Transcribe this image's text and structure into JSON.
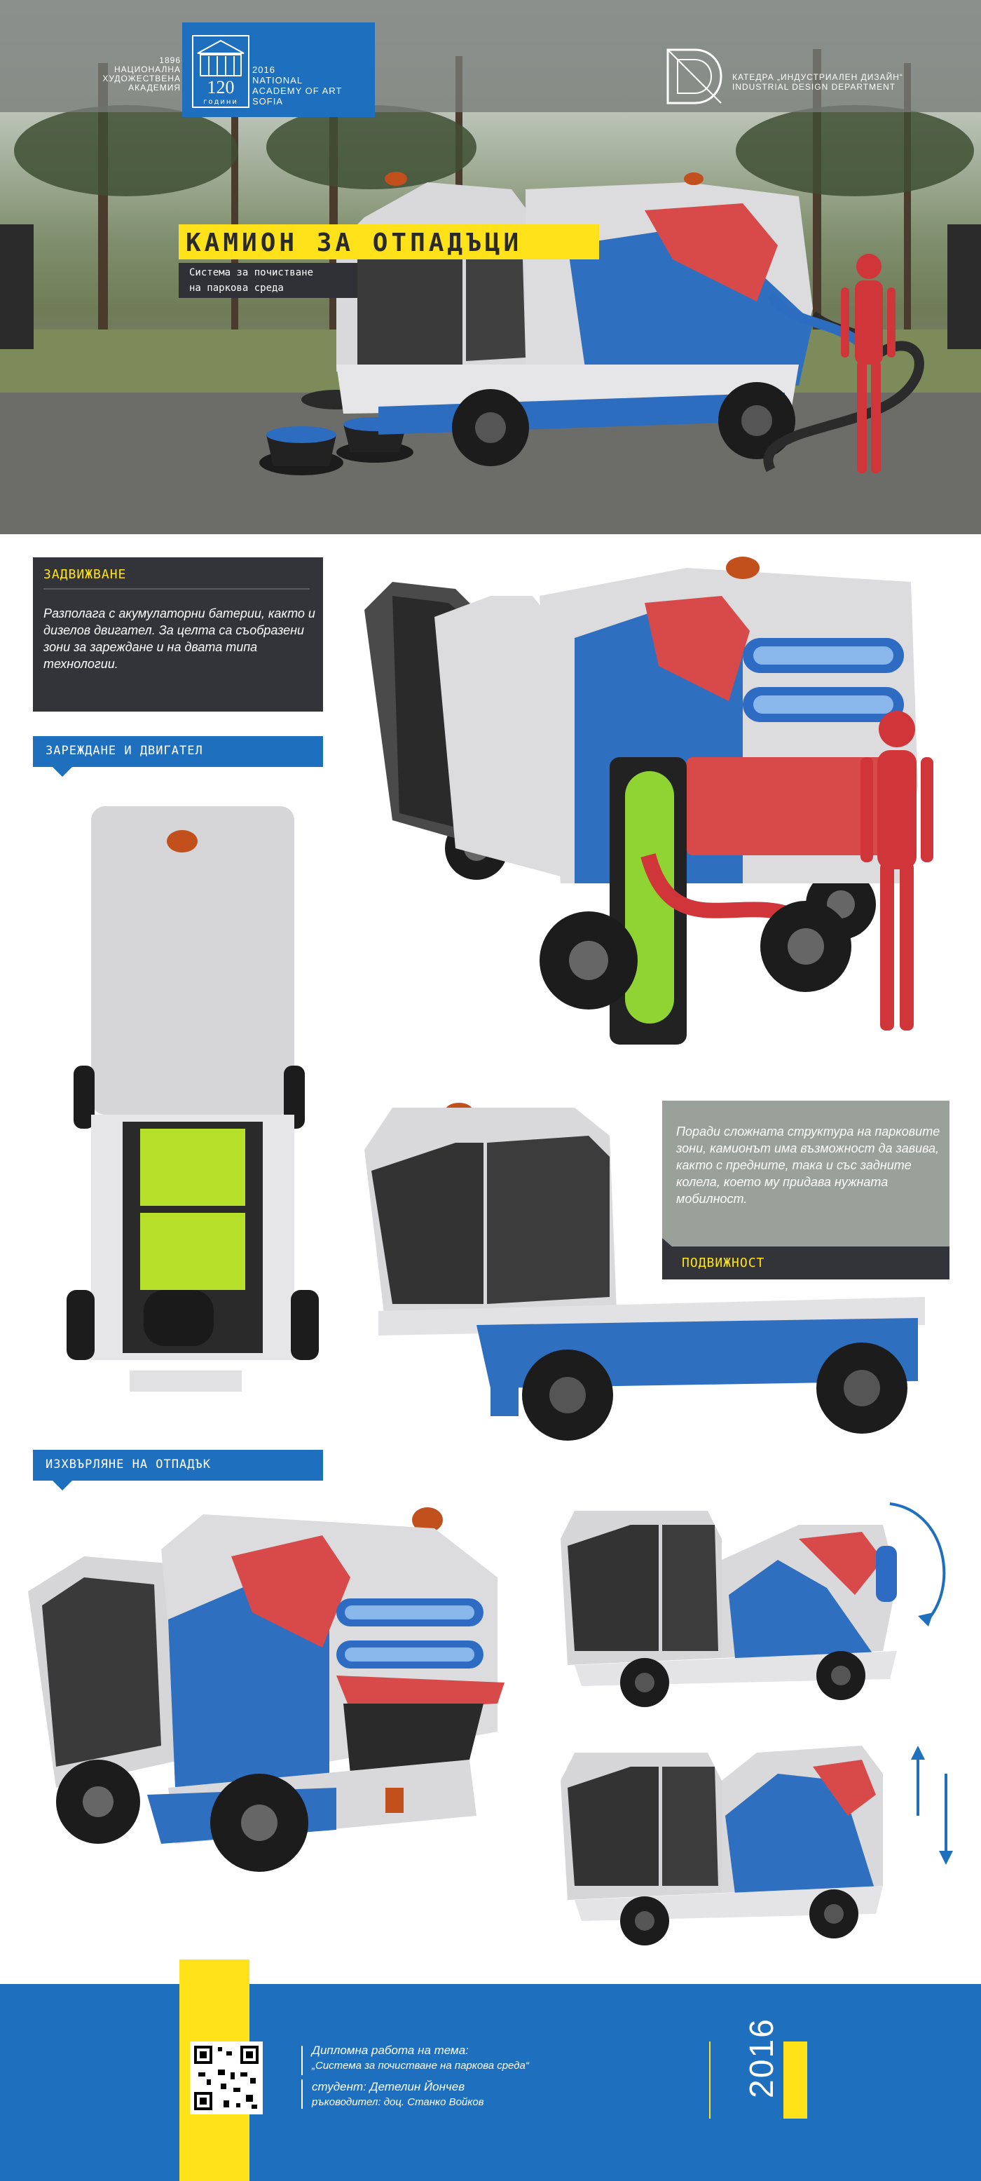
{
  "header": {
    "nha_years": "1896",
    "nha_name": [
      "НАЦИОНАЛНА",
      "ХУДОЖЕСТВЕНА",
      "АКАДЕМИЯ"
    ],
    "logo_years_label": "120",
    "logo_years_word": "години",
    "logo_year": "2016",
    "logo_en_name": [
      "NATIONAL",
      "ACADEMY OF ART",
      "SOFIA"
    ],
    "dept_bg": "КАТЕДРА „ИНДУСТРИАЛЕН ДИЗАЙН“",
    "dept_en": "INDUSTRIAL DESIGN DEPARTMENT"
  },
  "hero": {
    "title": "КАМИОН ЗА ОТПАДЪЦИ",
    "subtitle_line1": "Система за почистване",
    "subtitle_line2": "на паркова среда"
  },
  "sections": {
    "propulsion": {
      "label": "ЗАДВИЖВАНЕ",
      "body": "Разполага с акумулаторни батерии, както и дизелов двигател. За целта са съобразени зони за зареждане и на двата типа технологии."
    },
    "charging": {
      "label": "ЗАРЕЖДАНЕ И ДВИГАТЕЛ"
    },
    "mobility": {
      "label": "ПОДВИЖНОСТ",
      "body": "Поради сложната структура на парковите зони, камионът има възможност да завива, както с предните, така и със задните колела, което му придава нужната мобилност."
    },
    "dumping": {
      "label": "ИЗХВЪРЛЯНЕ НА ОТПАДЪК"
    }
  },
  "footer": {
    "thesis_label": "Дипломна работа на тема:",
    "thesis_title": "„Система за почистване на паркова среда“",
    "student": "студент: Детелин Йончев",
    "supervisor": "ръководител: доц. Станко Войков",
    "year": "2016"
  },
  "colors": {
    "accent_blue": "#1f6fbf",
    "accent_yellow": "#ffe21a",
    "panel_dark": "#333439",
    "truck_blue": "#2f6fc0",
    "truck_red": "#d84a4a",
    "truck_gray": "#cfcfd2",
    "mannequin_red": "#d0353a",
    "battery_green": "#b6e02a"
  }
}
